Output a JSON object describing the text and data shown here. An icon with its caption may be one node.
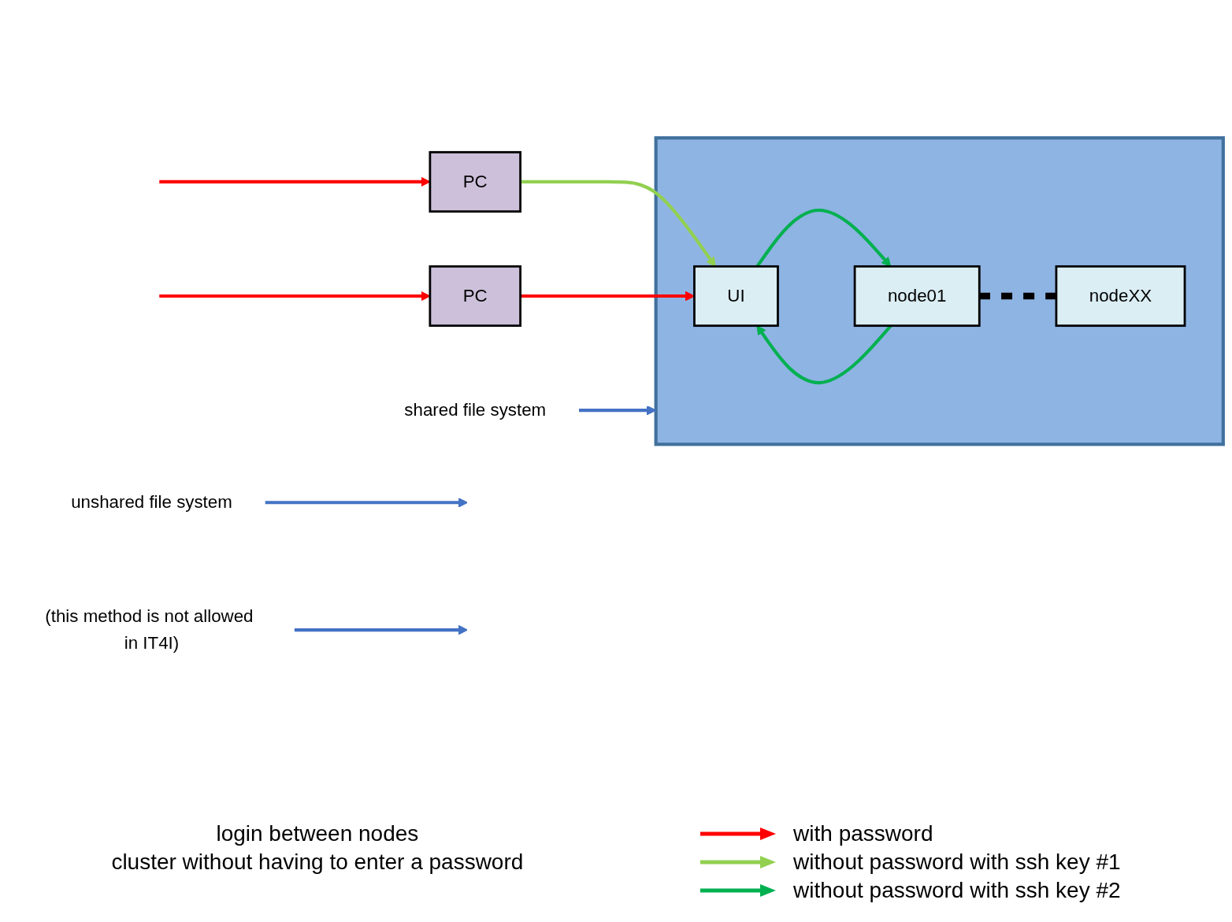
{
  "diagram": {
    "nodes": [
      {
        "text": [
          "PC"
        ]
      },
      {
        "text": [],
        "shape": "box"
      },
      {
        "text": [
          "UI"
        ],
        "in": 1
      },
      {
        "text": [
          "node01"
        ],
        "in": 1
      },
      {
        "text": [
          "nodeXX"
        ],
        "in": 1
      },
      {
        "text": [
          "PC"
        ]
      },
      {
        "text": [
          "unshared file system"
        ]
      },
      {
        "text": [
          "shared file system"
        ]
      },
      {
        "text": [
          "(this method is not allowed in IT4I)"
        ]
      }
    ],
    "edges": [
      {
        "from": null,
        "to": 0,
        "arrow": "to",
        "color": "#ff0000"
      },
      {
        "from": 0,
        "to": 2,
        "arrow": "to",
        "color": "#92d050"
      },
      {
        "from": 2,
        "to": 3,
        "arrow": "to",
        "color": "#00b050"
      },
      {
        "from": 3,
        "to": 2,
        "arrow": "to",
        "color": "#00b050"
      },
      {
        "from": null,
        "to": 5,
        "arrow": "to",
        "color": "#ff0000"
      },
      {
        "from": 5,
        "to": 2,
        "arrow": "to",
        "color": "#ff0000"
      },
      {
        "from": 3,
        "to": 4,
        "arrow": "none",
        "style": "dashed",
        "color": "#000000"
      },
      {
        "from": 6,
        "to": null,
        "arrow": "to",
        "color": "#4472c4"
      },
      {
        "from": 7,
        "to": 1,
        "arrow": "to",
        "color": "#4472c4"
      },
      {
        "from": 8,
        "to": null,
        "arrow": "to",
        "color": "#4472c4"
      }
    ],
    "labels": [
      "login between nodes",
      "cluster without having to enter a password"
    ],
    "legend": [
      {
        "text": "with password",
        "color": "#ff0000"
      },
      {
        "text": "without password with ssh key #1",
        "color": "#92d050"
      },
      {
        "text": "without password with ssh key #2",
        "color": "#00b050"
      }
    ]
  }
}
